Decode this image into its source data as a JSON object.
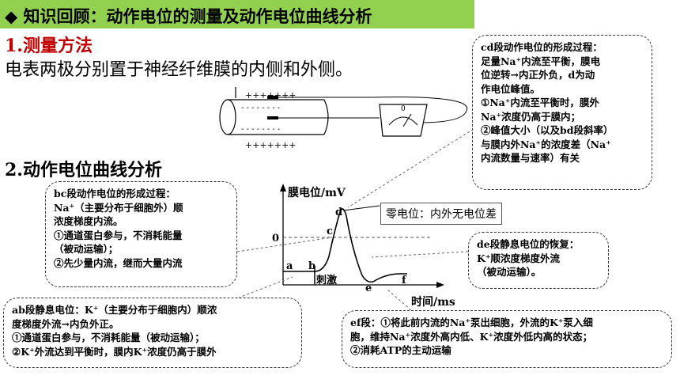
{
  "header": {
    "icon": "diamond-bullet-icon",
    "title": "知识回顾：动作电位的测量及动作电位曲线分析",
    "bar_color": "#92d050"
  },
  "section1": {
    "heading": "1.测量方法",
    "text": "电表两极分别置于神经纤维膜的内侧和外侧。"
  },
  "section2": {
    "heading": "2.动作电位曲线分析"
  },
  "apparatus": {
    "plus_row": "+++++++",
    "minus_row": "- - - - - - - -",
    "meter_zero": "0"
  },
  "graph": {
    "y_axis_label": "膜电位/mV",
    "x_axis_label": "时间/ms",
    "zero_label": "0",
    "stimulus_label": "刺激",
    "points": [
      "a",
      "b",
      "c",
      "d",
      "e",
      "f"
    ]
  },
  "zero_callout": "零电位：内外无电位差",
  "boxes": {
    "cd": [
      "cd段动作电位的形成过程：",
      "足量Na⁺内流至平衡，膜电",
      "位逆转→内正外负，d为动",
      "作电位峰值。",
      "①Na⁺内流至平衡时，膜外",
      "Na⁺浓度仍高于膜内；",
      "②峰值大小（以及bd段斜率）",
      "与膜内外Na⁺的浓度差（Na⁺",
      "内流数量与速率）有关"
    ],
    "bc": [
      "bc段动作电位的形成过程：",
      "Na⁺（主要分布于细胞外）顺",
      "浓度梯度内流。",
      "①通道蛋白参与，不消耗能量",
      "（被动运输）；",
      "②先少量内流，继而大量内流"
    ],
    "de": [
      "de段静息电位的恢复：",
      "K⁺顺浓度梯度外流",
      "（被动运输）。"
    ],
    "ab": [
      "ab段静息电位：K⁺（主要分布于细胞内）顺浓",
      "度梯度外流→内负外正。",
      "①通道蛋白参与，不消耗能量（被动运输）；",
      "②K⁺外流达到平衡时，膜内K⁺浓度仍高于膜外"
    ],
    "ef": [
      "ef段：①将此前内流的Na⁺泵出细胞，外流的K⁺泵入细",
      "胞，维持Na⁺浓度外高内低、K⁺浓度外低内高的状态；",
      "②消耗ATP的主动运输"
    ]
  }
}
